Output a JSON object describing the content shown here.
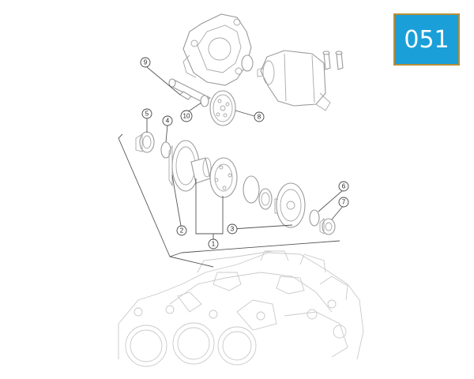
{
  "page": {
    "number": "051",
    "badge_color": "#1a9fd9",
    "badge_border": "#b58f3a"
  },
  "callouts": [
    {
      "id": "c1",
      "label": "1"
    },
    {
      "id": "c2",
      "label": "2"
    },
    {
      "id": "c3",
      "label": "3"
    },
    {
      "id": "c4",
      "label": "4"
    },
    {
      "id": "c5",
      "label": "5"
    },
    {
      "id": "c6",
      "label": "6"
    },
    {
      "id": "c7",
      "label": "7"
    },
    {
      "id": "c8",
      "label": "8"
    },
    {
      "id": "c9",
      "label": "9"
    },
    {
      "id": "c10",
      "label": "10"
    }
  ]
}
